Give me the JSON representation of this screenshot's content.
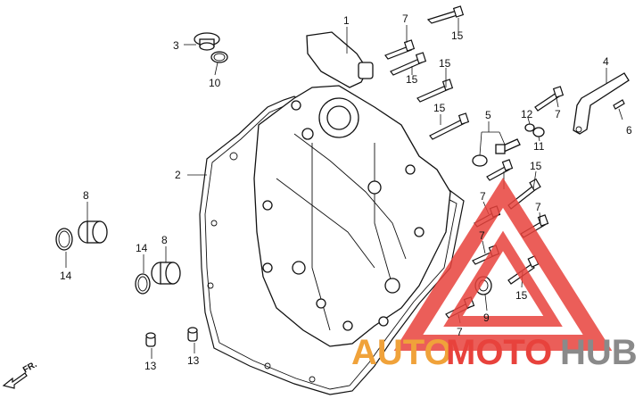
{
  "callouts": {
    "c1": "1",
    "c2": "2",
    "c3": "3",
    "c4": "4",
    "c5": "5",
    "c6": "6",
    "c7a": "7",
    "c7b": "7",
    "c7c": "7",
    "c7d": "7",
    "c7e": "7",
    "c7f": "7",
    "c8a": "8",
    "c8b": "8",
    "c9": "9",
    "c10": "10",
    "c11": "11",
    "c12": "12",
    "c13a": "13",
    "c13b": "13",
    "c14a": "14",
    "c14b": "14",
    "c15a": "15",
    "c15b": "15",
    "c15c": "15",
    "c15d": "15",
    "c15e": "15",
    "c15f": "15"
  },
  "direction_label": "FR.",
  "watermark": {
    "word_part1": "AUTO",
    "word_part2": "MOTO",
    "word_part3": "HUB",
    "color_red": "#e8423c",
    "color_orange": "#f0a23a",
    "color_gray": "#8a8a8a"
  }
}
